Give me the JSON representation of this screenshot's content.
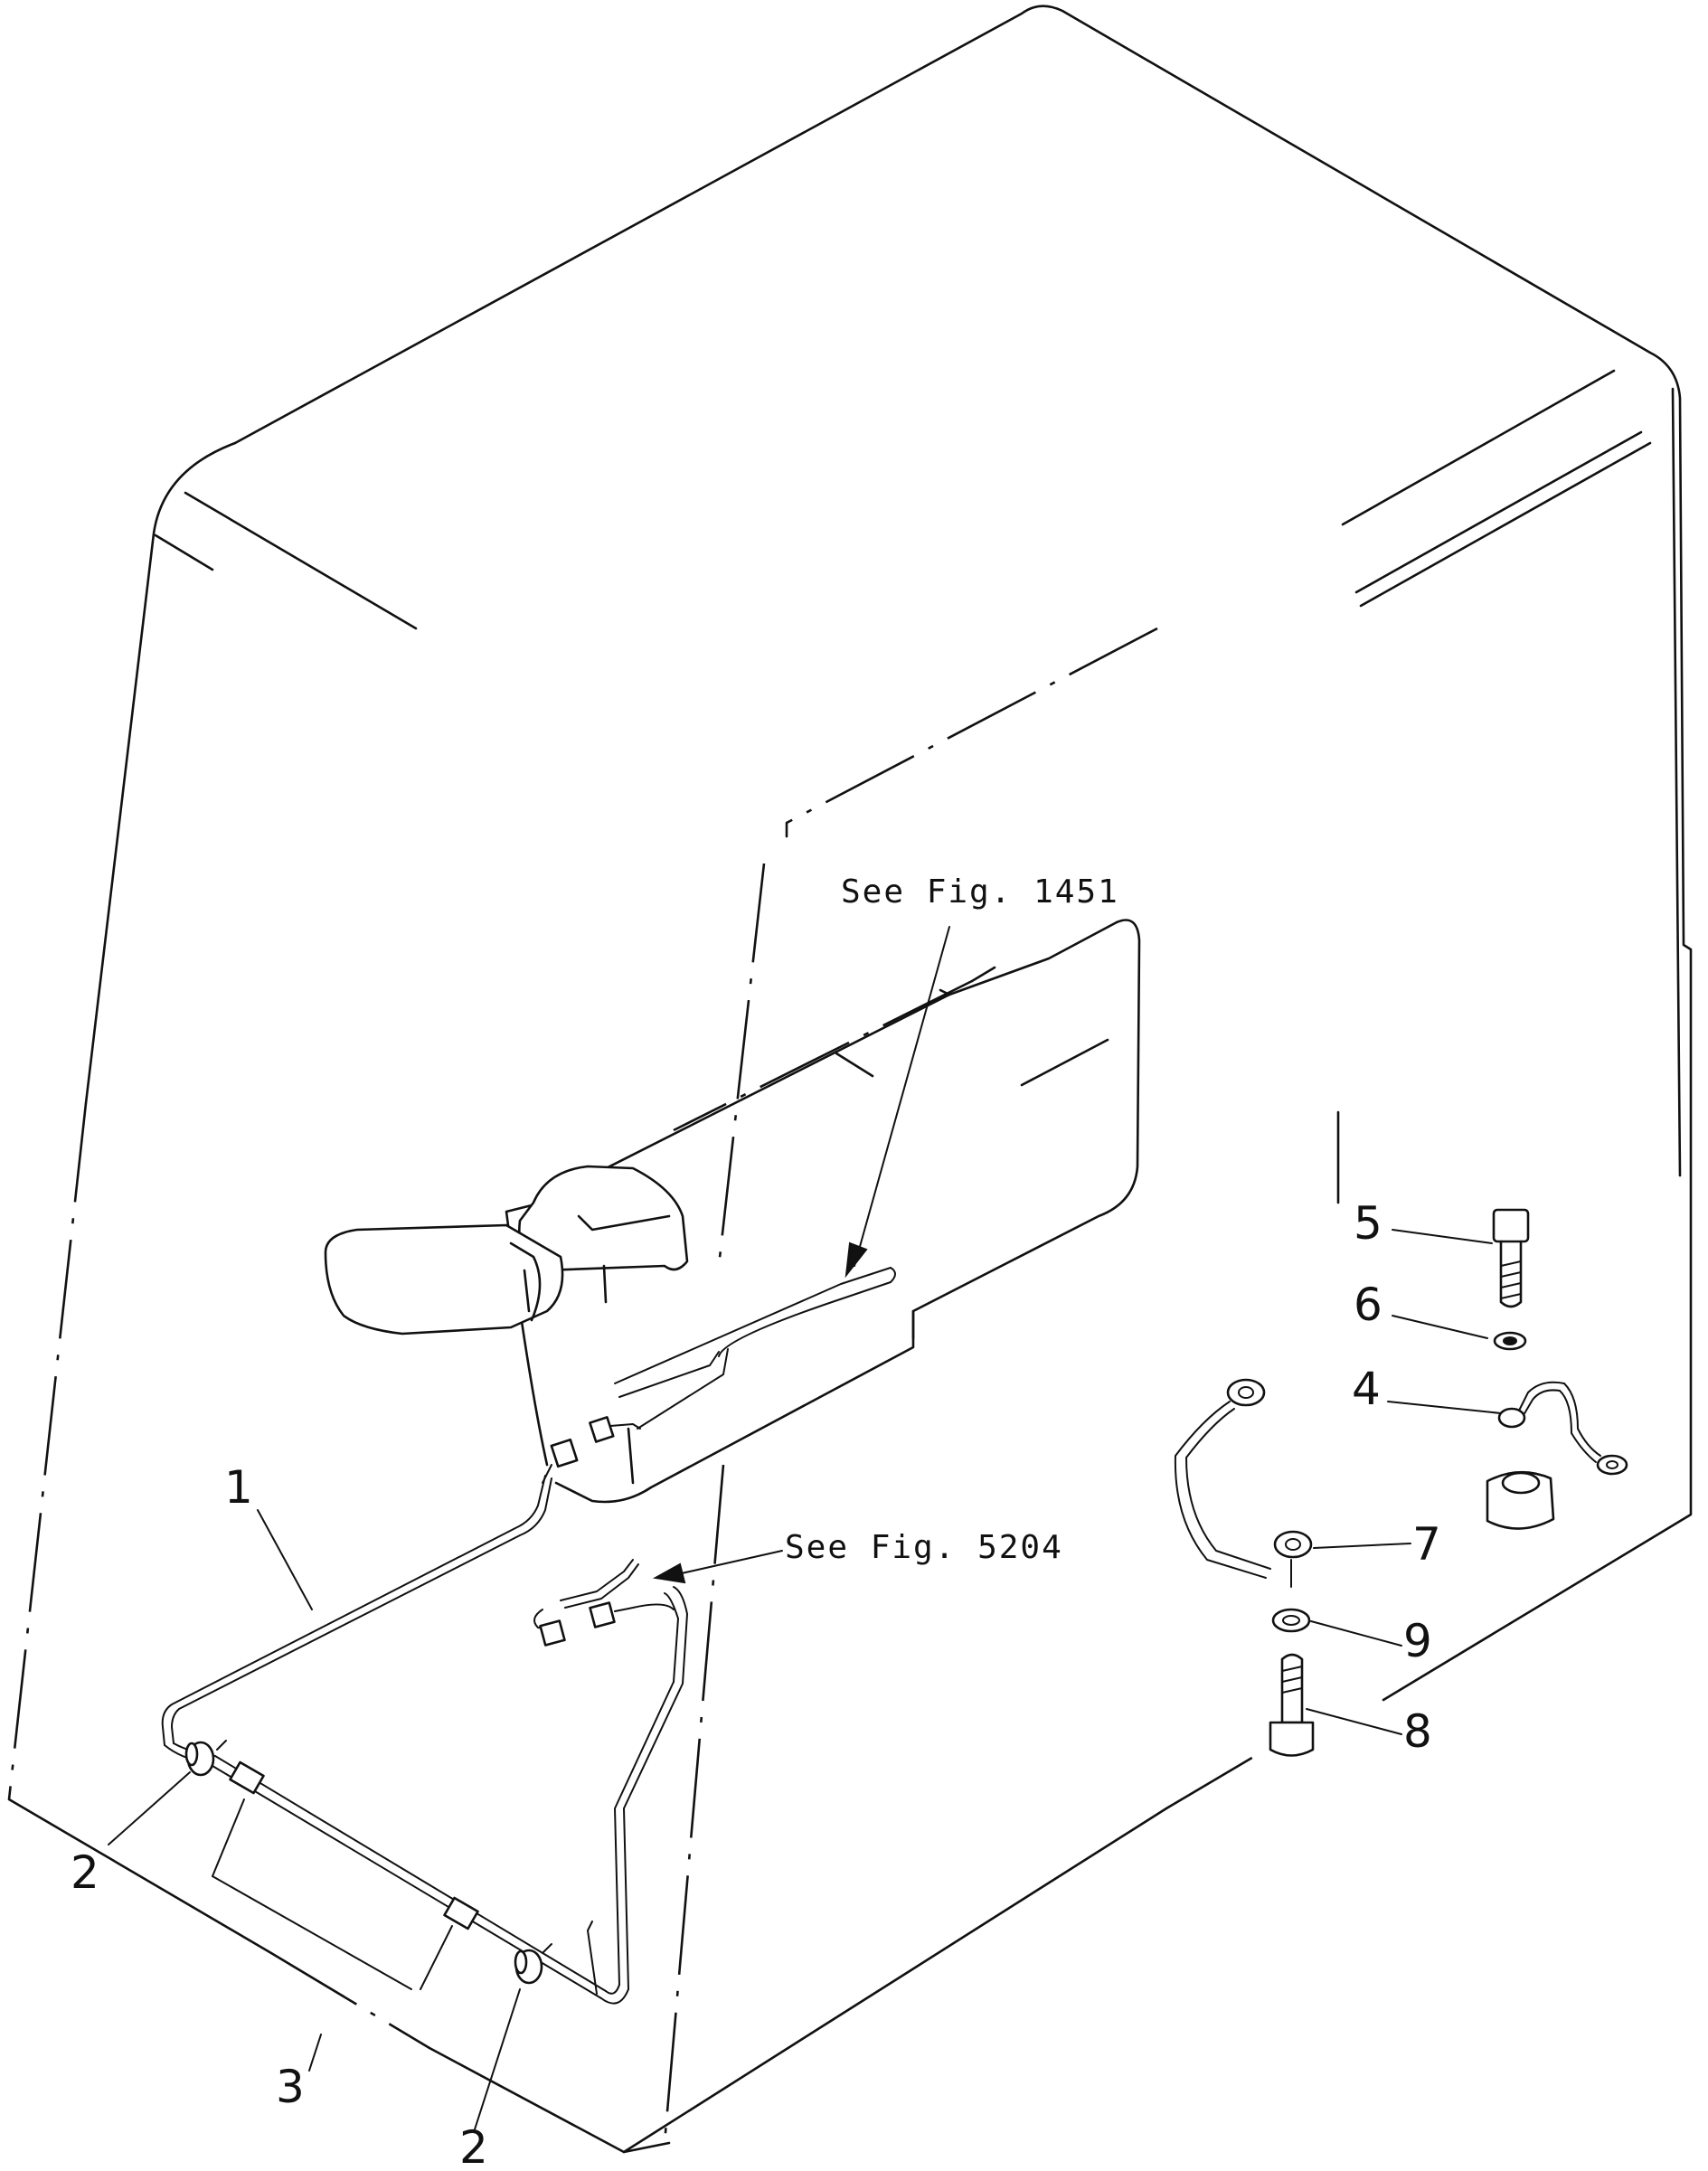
{
  "diagram": {
    "references": {
      "fig_1451": "See Fig. 1451",
      "fig_5204": "See Fig. 5204"
    },
    "callouts": {
      "c1": "1",
      "c2a": "2",
      "c2b": "2",
      "c3": "3",
      "c4": "4",
      "c5": "5",
      "c6": "6",
      "c7": "7",
      "c8": "8",
      "c9": "9"
    }
  }
}
